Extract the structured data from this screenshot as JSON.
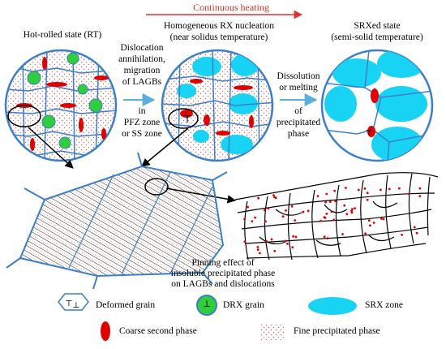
{
  "header": {
    "arrow_label": "Continuous heating",
    "arrow_color": "#e0302a"
  },
  "stages": [
    {
      "title": "Hot-rolled state (RT)"
    },
    {
      "title_line1": "Homogeneous RX nucleation",
      "title_line2": "(near solidus temperature)"
    },
    {
      "title_line1": "SRXed state",
      "title_line2": "(semi-solid temperature)"
    }
  ],
  "transition1": {
    "lines": [
      "Dislocation",
      "annihilation,",
      "migration",
      "of LAGBs"
    ],
    "lines_below": [
      "in",
      "PFZ zone",
      "or SS zone"
    ]
  },
  "transition2": {
    "lines": [
      "Dissolution",
      "or melting"
    ],
    "lines_below": [
      "of",
      "precipitated",
      "phase"
    ]
  },
  "pinning_caption": [
    "Pinning effect of",
    "insoluble precipitated phase",
    "on LAGBs  and dislocations"
  ],
  "symbols": {
    "dislocation": "⊥",
    "dislocation_small": "⊤"
  },
  "legend": {
    "deformed_grain": "Deformed grain",
    "drx_grain": "DRX grain",
    "srx_zone": "SRX zone",
    "coarse_second_phase": "Coarse second phase",
    "fine_precipitated_phase": "Fine precipitated phase"
  },
  "colors": {
    "grain_boundary": "#3a7fc8",
    "srx": "#19d3f5",
    "drx": "#2ecf3a",
    "coarse": "#e00000",
    "fine_dot": "#e06060"
  }
}
